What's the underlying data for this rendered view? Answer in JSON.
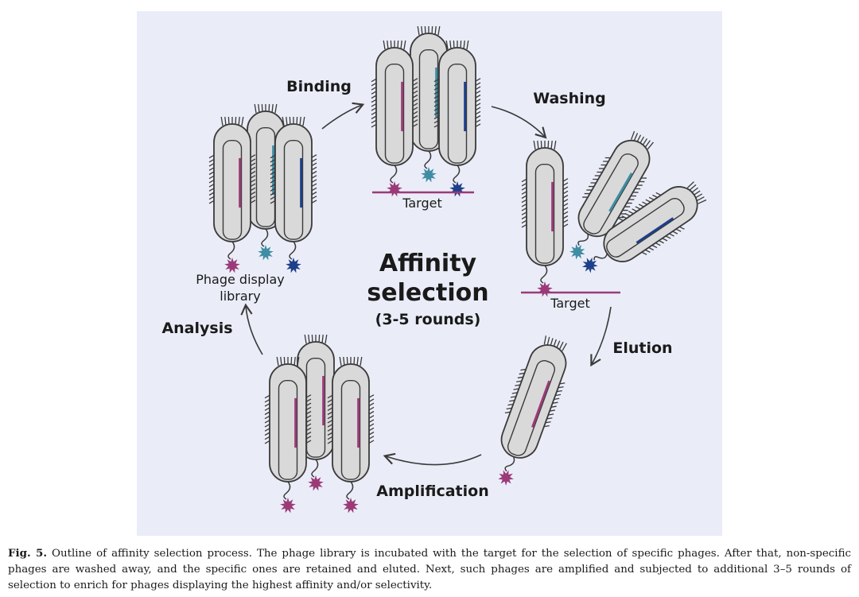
{
  "diagram": {
    "title_line1": "Affinity",
    "title_line2": "selection",
    "rounds": "(3-5 rounds)",
    "steps": {
      "binding": "Binding",
      "washing": "Washing",
      "elution": "Elution",
      "amplification": "Amplification",
      "analysis": "Analysis"
    },
    "library_line1": "Phage display",
    "library_line2": "library",
    "target_label": "Target",
    "colors": {
      "background": "#eaedf8",
      "phage_body": "#d9d9d9",
      "outline": "#3a3a3a",
      "magenta": "#9b3a78",
      "teal": "#3e8da3",
      "navy": "#1e3f8a",
      "target_line": "#9b3a78"
    }
  },
  "caption": {
    "label": "Fig. 5.",
    "text": "Outline of affinity selection process. The phage library is incubated with the target for the selection of specific phages. After that, non-specific phages are washed away, and the specific ones are retained and eluted. Next, such phages are amplified and subjected to additional 3–5 rounds of selection to enrich for phages displaying the highest affinity and/or selectivity."
  }
}
